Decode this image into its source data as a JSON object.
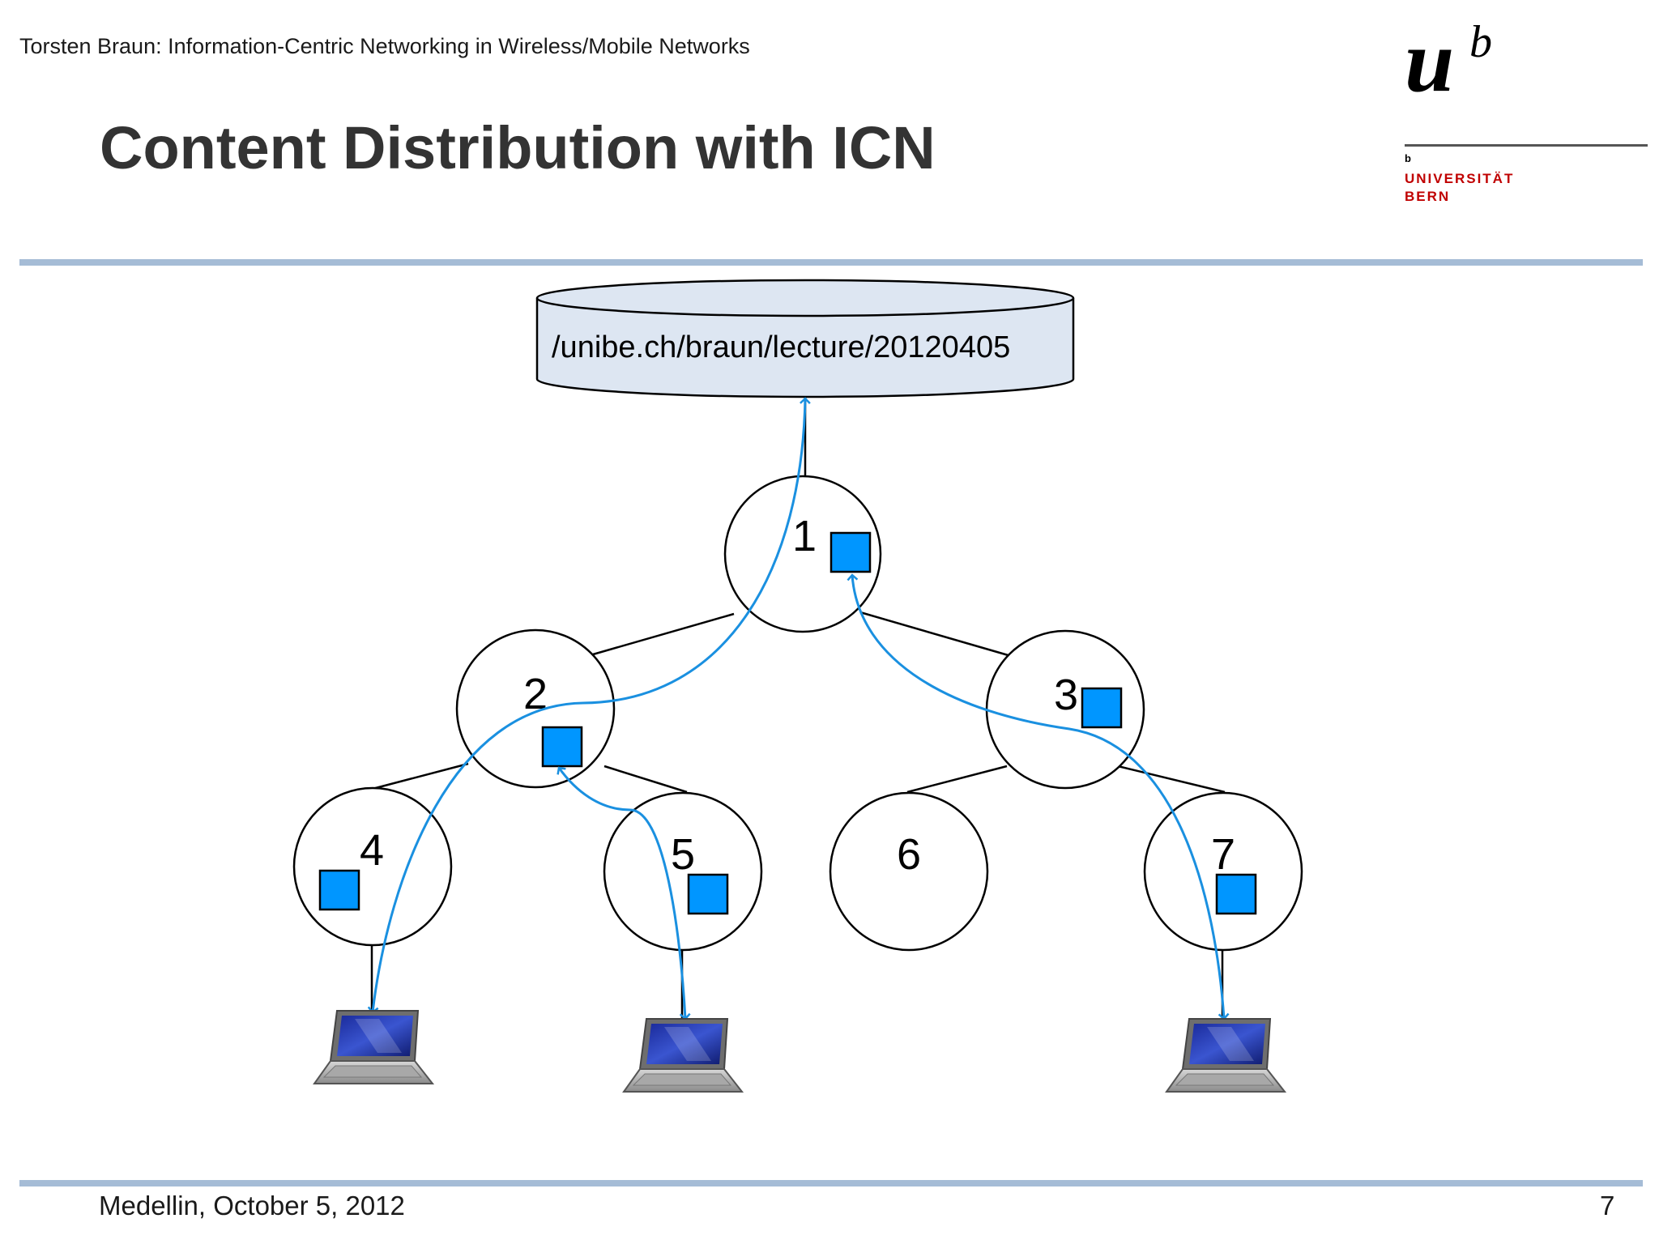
{
  "header": {
    "subtitle": "Torsten Braun: Information-Centric Networking in Wireless/Mobile Networks",
    "title": "Content Distribution with ICN"
  },
  "logo": {
    "mark": "u",
    "superscript": "b",
    "small_b": "b",
    "line1": "UNIVERSITÄT",
    "line2": "BERN"
  },
  "diagram": {
    "content_name": "/unibe.ch/braun/lecture/20120405",
    "nodes": [
      {
        "id": "1",
        "has_cache": true
      },
      {
        "id": "2",
        "has_cache": true
      },
      {
        "id": "3",
        "has_cache": true
      },
      {
        "id": "4",
        "has_cache": true
      },
      {
        "id": "5",
        "has_cache": true
      },
      {
        "id": "6",
        "has_cache": false
      },
      {
        "id": "7",
        "has_cache": true
      }
    ],
    "colors": {
      "cache": "#0096ff",
      "arrow": "#1a90e0",
      "server_fill": "#dde6f2"
    }
  },
  "footer": {
    "location_date": "Medellin, October 5, 2012",
    "page_number": "7"
  }
}
